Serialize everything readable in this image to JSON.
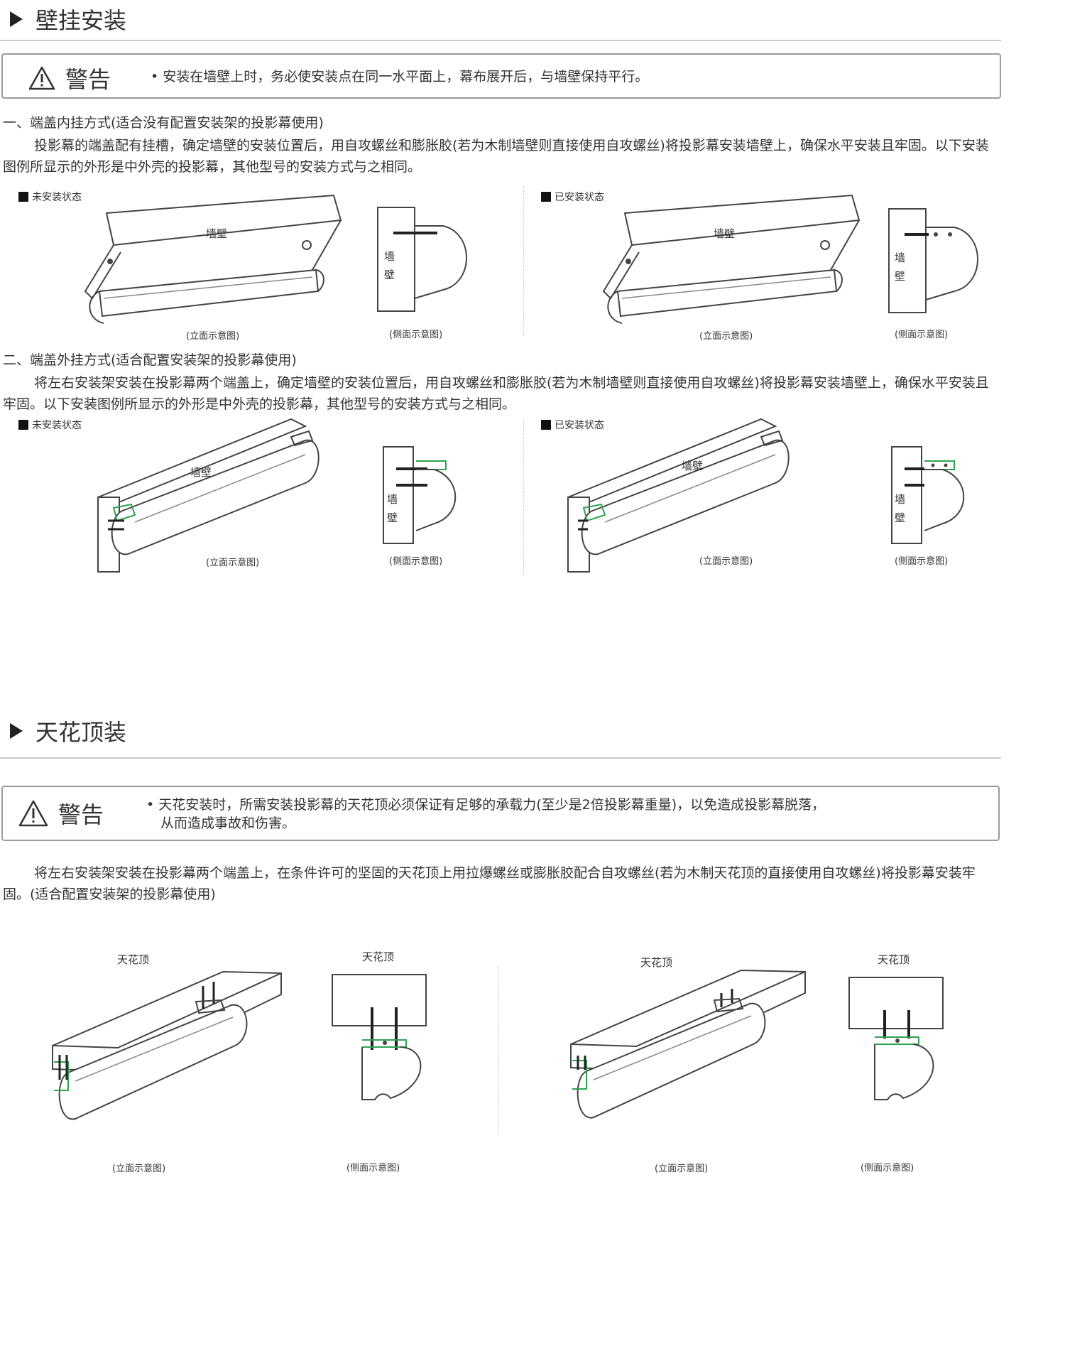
{
  "wall": {
    "title": "壁挂安装",
    "warning_label": "警告",
    "warning_text": "• 安装在墙壁上时，务必使安装点在同一水平面上，幕布展开后，与墙壁保持平行。",
    "method1": {
      "heading": "一、端盖内挂方式(适合没有配置安装架的投影幕使用)",
      "para": "投影幕的端盖配有挂槽，确定墙壁的安装位置后，用自攻螺丝和膨胀胶(若为木制墙壁则直接使用自攻螺丝)将投影幕安装墙壁上，确保水平安装且牢固。以下安装图例所显示的外形是中外壳的投影幕，其他型号的安装方式与之相同。",
      "left_state": "未安装状态",
      "right_state": "已安装状态",
      "wall_label": "墙壁",
      "side_wall_label_1": "墙",
      "side_wall_label_2": "壁",
      "caption_front": "(立面示意图)",
      "caption_side": "(侧面示意图)"
    },
    "method2": {
      "heading": "二、端盖外挂方式(适合配置安装架的投影幕使用)",
      "para": "将左右安装架安装在投影幕两个端盖上，确定墙壁的安装位置后，用自攻螺丝和膨胀胶(若为木制墙壁则直接使用自攻螺丝)将投影幕安装墙壁上，确保水平安装且牢固。以下安装图例所显示的外形是中外壳的投影幕，其他型号的安装方式与之相同。",
      "left_state": "未安装状态",
      "right_state": "已安装状态",
      "wall_label": "墙壁",
      "side_wall_label_1": "墙",
      "side_wall_label_2": "壁",
      "caption_front": "(立面示意图)",
      "caption_side": "(侧面示意图)"
    }
  },
  "ceiling": {
    "title": "天花顶装",
    "warning_label": "警告",
    "warning_text_1": "• 天花安装时，所需安装投影幕的天花顶必须保证有足够的承载力(至少是2倍投影幕重量)，以免造成投影幕脱落，",
    "warning_text_2": "从而造成事故和伤害。",
    "para": "将左右安装架安装在投影幕两个端盖上，在条件许可的坚固的天花顶上用拉爆螺丝或膨胀胶配合自攻螺丝(若为木制天花顶的直接使用自攻螺丝)将投影幕安装牢固。(适合配置安装架的投影幕使用)",
    "ceiling_label": "天花顶",
    "caption_front": "(立面示意图)",
    "caption_side": "(侧面示意图)"
  },
  "colors": {
    "accent_green": "#2ea44f",
    "line": "#444444",
    "rule": "#c9c9c9"
  }
}
